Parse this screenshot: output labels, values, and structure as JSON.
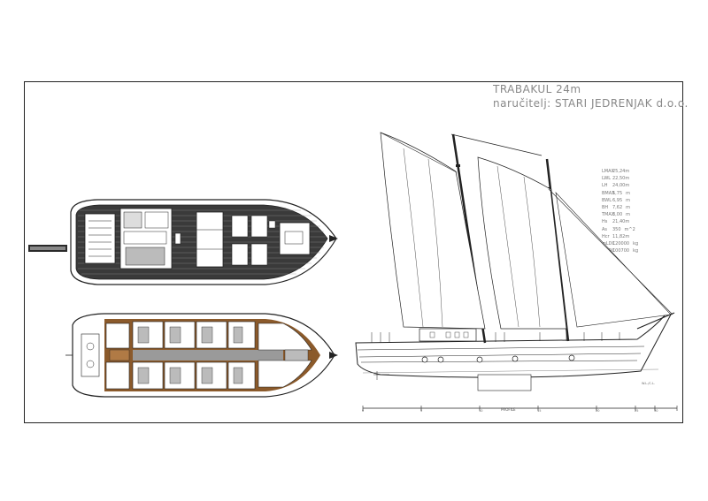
{
  "drawing": {
    "title": "TRABAKUL 24m",
    "client": "naručitelj: STARI JEDRENJAK d.o.o."
  },
  "specs": [
    {
      "key": "LMAX",
      "value": "25,24m",
      "unit": ""
    },
    {
      "key": "LWL",
      "value": "22,50m",
      "unit": ""
    },
    {
      "key": "LH",
      "value": "24,00m",
      "unit": ""
    },
    {
      "key": "BMAX",
      "value": "5,75",
      "unit": "m"
    },
    {
      "key": "BWL",
      "value": "6,95",
      "unit": "m"
    },
    {
      "key": "BH",
      "value": "7,62",
      "unit": "m"
    },
    {
      "key": "TMAX",
      "value": "3,00",
      "unit": "m"
    },
    {
      "key": "Hs",
      "value": "21,40m",
      "unit": ""
    },
    {
      "key": "As",
      "value": "350",
      "unit": "m^2"
    },
    {
      "key": "Hcr",
      "value": "11,82m",
      "unit": ""
    },
    {
      "key": "mLDC",
      "value": "120000",
      "unit": "kg"
    },
    {
      "key": "mLDC",
      "value": "100700",
      "unit": "kg"
    }
  ],
  "labels": {
    "profile": "PROFILE",
    "waterline": "W.L./C.L."
  },
  "scale_ticks": [
    "0",
    "5",
    "10",
    "15",
    "20",
    "25",
    "30"
  ],
  "colors": {
    "line": "#222222",
    "deck_plank": "#555555",
    "wood_floor": "#8b5a2b",
    "wood_floor_light": "#b07a45",
    "grey_fill": "#9a9a9a",
    "dark_fill": "#2a2a2a"
  }
}
